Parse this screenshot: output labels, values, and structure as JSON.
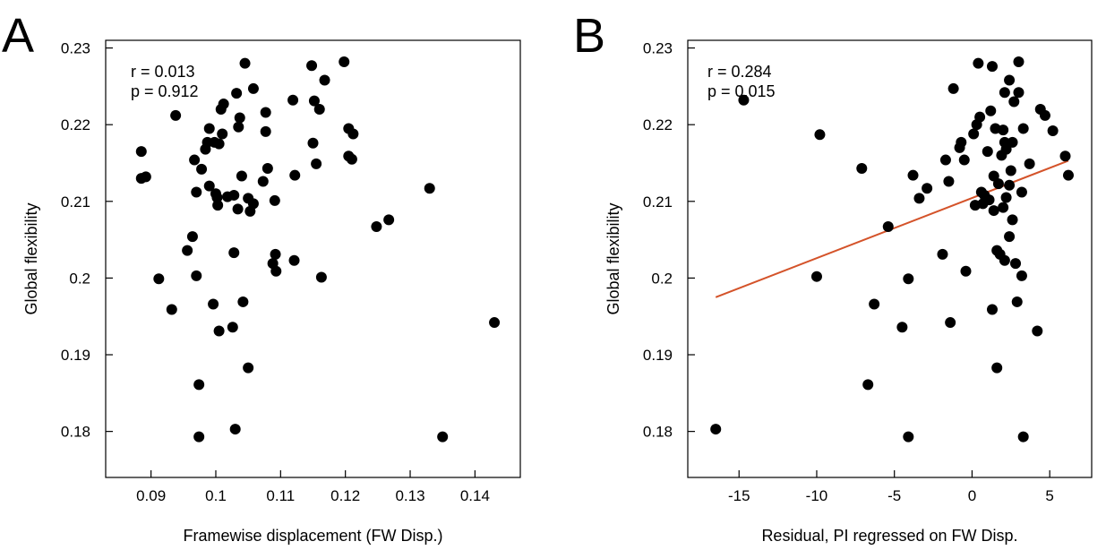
{
  "chart_data": [
    {
      "type": "scatter",
      "panel_label": "A",
      "xlabel": "Framewise displacement (FW Disp.)",
      "ylabel": "Global flexibility",
      "xlim": [
        0.083,
        0.147
      ],
      "ylim": [
        0.174,
        0.231
      ],
      "xticks": [
        0.09,
        0.1,
        0.11,
        0.12,
        0.13,
        0.14
      ],
      "xtick_labels": [
        "0.09",
        "0.1",
        "0.11",
        "0.12",
        "0.13",
        "0.14"
      ],
      "yticks": [
        0.18,
        0.19,
        0.2,
        0.21,
        0.22,
        0.23
      ],
      "ytick_labels": [
        "0.18",
        "0.19",
        "0.2",
        "0.21",
        "0.22",
        "0.23"
      ],
      "annotations": [
        "r = 0.013",
        "p = 0.912"
      ],
      "grid": false,
      "marker_color": "#000000",
      "points": [
        [
          0.0885,
          0.2165
        ],
        [
          0.0885,
          0.213
        ],
        [
          0.0892,
          0.2132
        ],
        [
          0.0938,
          0.2212
        ],
        [
          0.0912,
          0.1999
        ],
        [
          0.0932,
          0.1959
        ],
        [
          0.0956,
          0.2036
        ],
        [
          0.0964,
          0.2054
        ],
        [
          0.0967,
          0.2154
        ],
        [
          0.097,
          0.2112
        ],
        [
          0.097,
          0.2003
        ],
        [
          0.0974,
          0.1861
        ],
        [
          0.0974,
          0.1793
        ],
        [
          0.0978,
          0.2142
        ],
        [
          0.0984,
          0.2168
        ],
        [
          0.0987,
          0.2177
        ],
        [
          0.099,
          0.2195
        ],
        [
          0.099,
          0.212
        ],
        [
          0.0996,
          0.1966
        ],
        [
          0.0998,
          0.2177
        ],
        [
          0.1,
          0.211
        ],
        [
          0.1002,
          0.2105
        ],
        [
          0.1003,
          0.2095
        ],
        [
          0.1005,
          0.1931
        ],
        [
          0.1005,
          0.2175
        ],
        [
          0.1008,
          0.222
        ],
        [
          0.101,
          0.2188
        ],
        [
          0.1012,
          0.2227
        ],
        [
          0.1018,
          0.2106
        ],
        [
          0.1026,
          0.1936
        ],
        [
          0.1028,
          0.2033
        ],
        [
          0.1028,
          0.2108
        ],
        [
          0.103,
          0.1803
        ],
        [
          0.1032,
          0.2241
        ],
        [
          0.1034,
          0.209
        ],
        [
          0.1035,
          0.2197
        ],
        [
          0.1037,
          0.2209
        ],
        [
          0.104,
          0.2133
        ],
        [
          0.1042,
          0.1969
        ],
        [
          0.1045,
          0.228
        ],
        [
          0.105,
          0.2104
        ],
        [
          0.105,
          0.1883
        ],
        [
          0.1053,
          0.2087
        ],
        [
          0.1058,
          0.2247
        ],
        [
          0.1058,
          0.2097
        ],
        [
          0.1073,
          0.2126
        ],
        [
          0.1077,
          0.2191
        ],
        [
          0.1077,
          0.2216
        ],
        [
          0.108,
          0.2143
        ],
        [
          0.1088,
          0.2019
        ],
        [
          0.1091,
          0.2101
        ],
        [
          0.1092,
          0.2031
        ],
        [
          0.1093,
          0.2009
        ],
        [
          0.1119,
          0.2232
        ],
        [
          0.1121,
          0.2023
        ],
        [
          0.1122,
          0.2134
        ],
        [
          0.1148,
          0.2277
        ],
        [
          0.115,
          0.2176
        ],
        [
          0.1152,
          0.2231
        ],
        [
          0.1155,
          0.2149
        ],
        [
          0.116,
          0.222
        ],
        [
          0.1163,
          0.2001
        ],
        [
          0.1168,
          0.2258
        ],
        [
          0.1198,
          0.2282
        ],
        [
          0.1205,
          0.2195
        ],
        [
          0.1205,
          0.2159
        ],
        [
          0.121,
          0.2155
        ],
        [
          0.1212,
          0.2188
        ],
        [
          0.1248,
          0.2067
        ],
        [
          0.1267,
          0.2076
        ],
        [
          0.133,
          0.2117
        ],
        [
          0.135,
          0.1793
        ],
        [
          0.143,
          0.1942
        ]
      ]
    },
    {
      "type": "scatter",
      "panel_label": "B",
      "xlabel": "Residual, PI regressed on FW Disp.",
      "ylabel": "Global flexibility",
      "xlim": [
        -18.3,
        7.7
      ],
      "ylim": [
        0.174,
        0.231
      ],
      "xticks": [
        -15,
        -10,
        -5,
        0,
        5
      ],
      "xtick_labels": [
        "-15",
        "-10",
        "-5",
        "0",
        "5"
      ],
      "yticks": [
        0.18,
        0.19,
        0.2,
        0.21,
        0.22,
        0.23
      ],
      "ytick_labels": [
        "0.18",
        "0.19",
        "0.2",
        "0.21",
        "0.22",
        "0.23"
      ],
      "annotations": [
        "r = 0.284",
        "p = 0.015"
      ],
      "grid": false,
      "marker_color": "#000000",
      "fit_line": {
        "x": [
          -16.5,
          6.2
        ],
        "y": [
          0.1975,
          0.2153
        ],
        "color": "#d4532a"
      },
      "points": [
        [
          -16.5,
          0.1803
        ],
        [
          -14.7,
          0.2232
        ],
        [
          -10.0,
          0.2002
        ],
        [
          -9.8,
          0.2187
        ],
        [
          -7.1,
          0.2143
        ],
        [
          -6.7,
          0.1861
        ],
        [
          -6.3,
          0.1966
        ],
        [
          -5.4,
          0.2067
        ],
        [
          -4.5,
          0.1936
        ],
        [
          -4.1,
          0.1999
        ],
        [
          -4.1,
          0.1793
        ],
        [
          -3.8,
          0.2134
        ],
        [
          -3.4,
          0.2104
        ],
        [
          -2.9,
          0.2117
        ],
        [
          -1.9,
          0.2031
        ],
        [
          -1.7,
          0.2154
        ],
        [
          -1.5,
          0.2126
        ],
        [
          -1.4,
          0.1942
        ],
        [
          -1.2,
          0.2247
        ],
        [
          -0.8,
          0.217
        ],
        [
          -0.7,
          0.2177
        ],
        [
          -0.5,
          0.2154
        ],
        [
          -0.4,
          0.2009
        ],
        [
          0.1,
          0.2188
        ],
        [
          0.2,
          0.2095
        ],
        [
          0.3,
          0.22
        ],
        [
          0.4,
          0.228
        ],
        [
          0.5,
          0.221
        ],
        [
          0.6,
          0.2112
        ],
        [
          0.7,
          0.2097
        ],
        [
          0.8,
          0.2108
        ],
        [
          1.0,
          0.2165
        ],
        [
          1.1,
          0.2102
        ],
        [
          1.2,
          0.2218
        ],
        [
          1.3,
          0.2276
        ],
        [
          1.3,
          0.1959
        ],
        [
          1.4,
          0.2088
        ],
        [
          1.4,
          0.2133
        ],
        [
          1.5,
          0.2195
        ],
        [
          1.6,
          0.2036
        ],
        [
          1.6,
          0.1883
        ],
        [
          1.7,
          0.2123
        ],
        [
          1.8,
          0.2031
        ],
        [
          1.9,
          0.216
        ],
        [
          2.0,
          0.2193
        ],
        [
          2.0,
          0.2092
        ],
        [
          2.1,
          0.2242
        ],
        [
          2.1,
          0.2177
        ],
        [
          2.1,
          0.2023
        ],
        [
          2.2,
          0.2105
        ],
        [
          2.2,
          0.2168
        ],
        [
          2.4,
          0.2258
        ],
        [
          2.4,
          0.2121
        ],
        [
          2.4,
          0.2054
        ],
        [
          2.5,
          0.214
        ],
        [
          2.6,
          0.2177
        ],
        [
          2.6,
          0.2076
        ],
        [
          2.7,
          0.223
        ],
        [
          2.8,
          0.2019
        ],
        [
          2.9,
          0.1969
        ],
        [
          3.0,
          0.2282
        ],
        [
          3.0,
          0.2242
        ],
        [
          3.2,
          0.2003
        ],
        [
          3.2,
          0.2112
        ],
        [
          3.3,
          0.2195
        ],
        [
          3.3,
          0.1793
        ],
        [
          3.7,
          0.2149
        ],
        [
          4.2,
          0.1931
        ],
        [
          4.4,
          0.222
        ],
        [
          4.7,
          0.2212
        ],
        [
          5.2,
          0.2192
        ],
        [
          6.0,
          0.2159
        ],
        [
          6.2,
          0.2134
        ]
      ]
    }
  ]
}
